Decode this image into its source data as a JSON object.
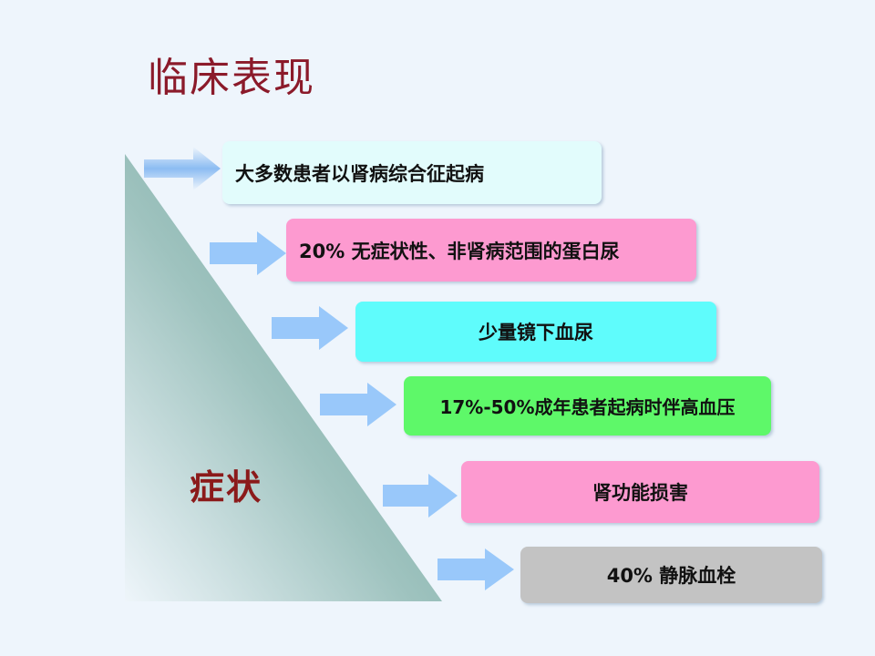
{
  "slide": {
    "title": "临床表现",
    "side_label": "症状"
  },
  "items": [
    {
      "text": "大多数患者以肾病综合征起病",
      "color": "#e2fcfc"
    },
    {
      "text": "20% 无症状性、非肾病范围的蛋白尿",
      "color": "#fd9ad0"
    },
    {
      "text": "少量镜下血尿",
      "color": "#5ffcfc"
    },
    {
      "text": "17%-50%成年患者起病时伴高血压",
      "color": "#5ef869"
    },
    {
      "text": "肾功能损害",
      "color": "#fd9ad0"
    },
    {
      "text": "40% 静脉血栓",
      "color": "#c3c3c3"
    }
  ],
  "colors": {
    "title": "#8b1a2a",
    "side_label": "#8b1a1a",
    "background": "#eef5fc",
    "triangle": "#7fb0a8",
    "arrow": "#99c8fa"
  },
  "icons": [
    "arrow-right-icon"
  ]
}
